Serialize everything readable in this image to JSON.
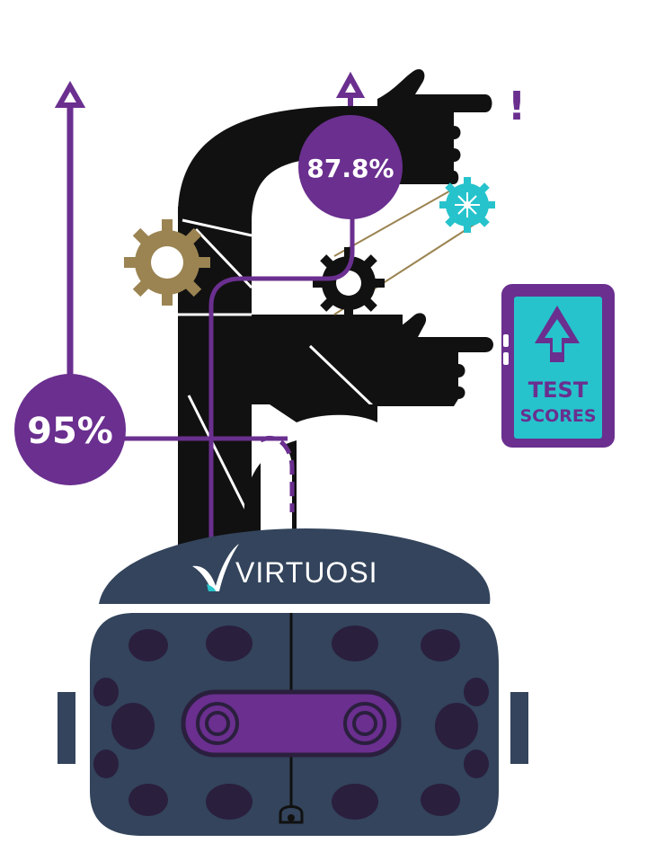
{
  "stats": {
    "left_percent": "95%",
    "top_percent": "87.8%"
  },
  "tablet": {
    "line1": "TEST",
    "line2": "SCORES"
  },
  "headset": {
    "brand": "VIRTUOSI"
  },
  "exclamation": "!",
  "colors": {
    "purple": "#6a2f8f",
    "black": "#111111",
    "navy": "#33445c",
    "dark_spot": "#2a1f3d",
    "gold_gear": "#9b8452",
    "teal": "#26c3cc"
  }
}
